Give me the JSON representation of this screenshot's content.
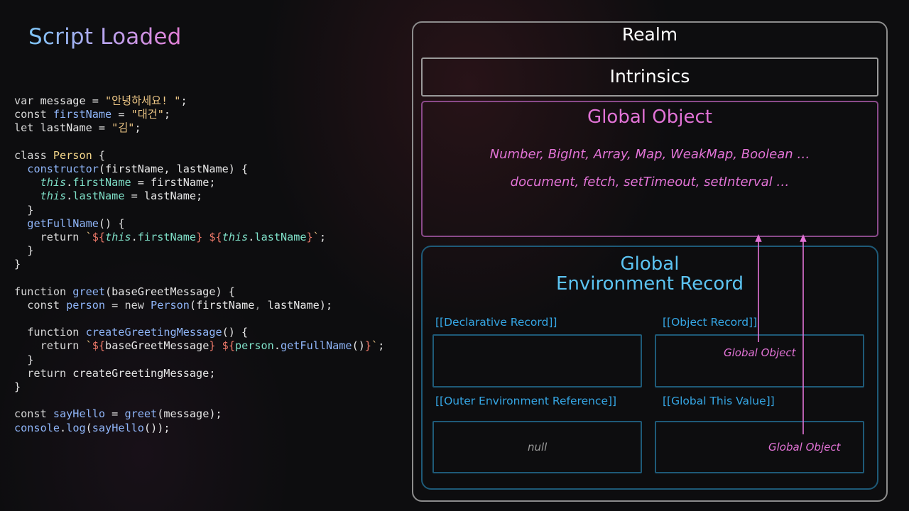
{
  "title": "Script Loaded",
  "code_lines": [
    [
      [
        "var ",
        "kw"
      ],
      [
        "message = ",
        ""
      ],
      [
        "\"안녕하세요! \"",
        "str"
      ],
      [
        ";",
        ""
      ]
    ],
    [
      [
        "const ",
        "kw"
      ],
      [
        "firstName",
        "fn"
      ],
      [
        " = ",
        ""
      ],
      [
        "\"대건\"",
        "str"
      ],
      [
        ";",
        ""
      ]
    ],
    [
      [
        "let ",
        "kw"
      ],
      [
        "lastName = ",
        ""
      ],
      [
        "\"김\"",
        "str"
      ],
      [
        ";",
        ""
      ]
    ],
    [],
    [
      [
        "class ",
        "kw"
      ],
      [
        "Person",
        "cls"
      ],
      [
        " {",
        ""
      ]
    ],
    [
      [
        "  ",
        ""
      ],
      [
        "constructor",
        "fn"
      ],
      [
        "(firstName, lastName) {",
        ""
      ]
    ],
    [
      [
        "    ",
        ""
      ],
      [
        "this",
        "this"
      ],
      [
        ".",
        ""
      ],
      [
        "firstName",
        "prop"
      ],
      [
        " = firstName;",
        ""
      ]
    ],
    [
      [
        "    ",
        ""
      ],
      [
        "this",
        "this"
      ],
      [
        ".",
        ""
      ],
      [
        "lastName",
        "prop"
      ],
      [
        " = lastName;",
        ""
      ]
    ],
    [
      [
        "  }",
        ""
      ]
    ],
    [
      [
        "  ",
        ""
      ],
      [
        "getFullName",
        "fn"
      ],
      [
        "() {",
        ""
      ]
    ],
    [
      [
        "    return ",
        "kw"
      ],
      [
        "`",
        "str"
      ],
      [
        "${",
        "tpl"
      ],
      [
        "this",
        "this"
      ],
      [
        ".",
        ""
      ],
      [
        "firstName",
        "prop"
      ],
      [
        "}",
        "tpl"
      ],
      [
        " ",
        "str"
      ],
      [
        "${",
        "tpl"
      ],
      [
        "this",
        "this"
      ],
      [
        ".",
        ""
      ],
      [
        "lastName",
        "prop"
      ],
      [
        "}",
        "tpl"
      ],
      [
        "`",
        "str"
      ],
      [
        ";",
        ""
      ]
    ],
    [
      [
        "  }",
        ""
      ]
    ],
    [
      [
        "}",
        ""
      ]
    ],
    [],
    [
      [
        "function ",
        "kw"
      ],
      [
        "greet",
        "fn"
      ],
      [
        "(baseGreetMessage) {",
        ""
      ]
    ],
    [
      [
        "  const ",
        "kw"
      ],
      [
        "person",
        "fn"
      ],
      [
        " = ",
        ""
      ],
      [
        "new ",
        "kw"
      ],
      [
        "Person",
        "fn"
      ],
      [
        "(firstName",
        ""
      ],
      [
        ", ",
        "dim"
      ],
      [
        "lastName);",
        ""
      ]
    ],
    [],
    [
      [
        "  function ",
        "kw"
      ],
      [
        "createGreetingMessage",
        "fn"
      ],
      [
        "() {",
        ""
      ]
    ],
    [
      [
        "    return ",
        "kw"
      ],
      [
        "`",
        "str"
      ],
      [
        "${",
        "tpl"
      ],
      [
        "baseGreetMessage",
        ""
      ],
      [
        "}",
        "tpl"
      ],
      [
        " ",
        "str"
      ],
      [
        "${",
        "tpl"
      ],
      [
        "person",
        "prop"
      ],
      [
        ".",
        ""
      ],
      [
        "getFullName",
        "fn"
      ],
      [
        "()",
        ""
      ],
      [
        "}",
        "tpl"
      ],
      [
        "`",
        "str"
      ],
      [
        ";",
        ""
      ]
    ],
    [
      [
        "  }",
        ""
      ]
    ],
    [
      [
        "  return ",
        "kw"
      ],
      [
        "createGreetingMessage;",
        ""
      ]
    ],
    [
      [
        "}",
        ""
      ]
    ],
    [],
    [
      [
        "const ",
        "kw"
      ],
      [
        "sayHello",
        "fn"
      ],
      [
        " = ",
        ""
      ],
      [
        "greet",
        "fn"
      ],
      [
        "(message);",
        ""
      ]
    ],
    [
      [
        "console",
        "fn"
      ],
      [
        ".",
        ""
      ],
      [
        "log",
        "fn"
      ],
      [
        "(",
        ""
      ],
      [
        "sayHello",
        "fn"
      ],
      [
        "());",
        ""
      ]
    ]
  ],
  "realm": {
    "label": "Realm",
    "intrinsics": "Intrinsics",
    "global_object": {
      "title": "Global Object",
      "line1": "Number, BigInt, Array, Map, WeakMap, Boolean …",
      "line2": "document, fetch, setTimeout, setInterval …"
    },
    "ger": {
      "title_line1": "Global",
      "title_line2": "Environment Record",
      "declarative_label": "[[Declarative Record]]",
      "object_label": "[[Object Record]]",
      "object_value": "Global Object",
      "outer_label": "[[Outer Environment Reference]]",
      "outer_value": "null",
      "this_label": "[[Global This Value]]",
      "this_value": "Global Object"
    }
  },
  "colors": {
    "accent_pink": "#e273d6",
    "accent_blue": "#35a6e4",
    "ger_title": "#5cc4f2"
  }
}
